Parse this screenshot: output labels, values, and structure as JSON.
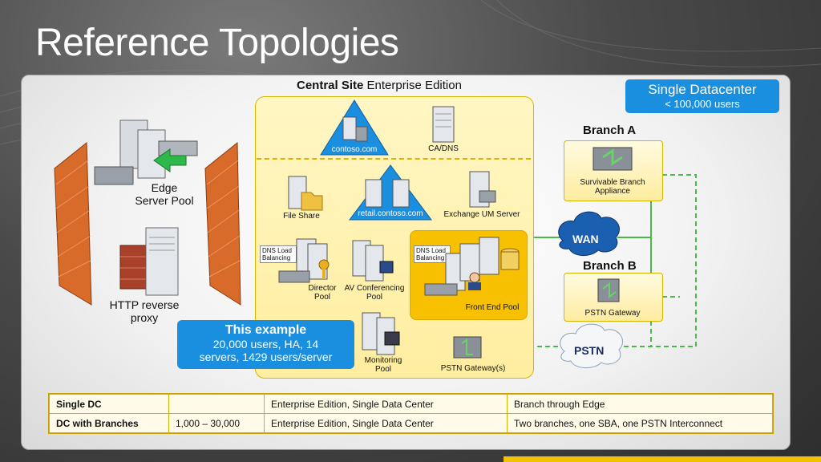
{
  "slide": {
    "title": "Reference Topologies"
  },
  "central": {
    "title_bold": "Central Site",
    "title_rest": " Enterprise Edition"
  },
  "single_dc": {
    "title": "Single Datacenter",
    "subtitle": "< 100,000 users"
  },
  "example": {
    "title": "This example",
    "line1": "20,000 users, HA, 14",
    "line2": "servers, 1429 users/server"
  },
  "edge": {
    "line1": "Edge",
    "line2": "Server Pool"
  },
  "http_proxy": {
    "line1": "HTTP reverse",
    "line2": "proxy"
  },
  "nodes": {
    "contoso": "contoso.com",
    "ca_dns": "CA/DNS",
    "file_share": "File Share",
    "retail": "retail.contoso.com",
    "exchange_um": "Exchange UM Server",
    "dns_lb_1_a": "DNS Load",
    "dns_lb_1_b": "Balancing",
    "director_a": "Director",
    "director_b": "Pool",
    "av_a": "AV Conferencing",
    "av_b": "Pool",
    "dns_lb_2_a": "DNS Load",
    "dns_lb_2_b": "Balancing",
    "front_end": "Front End Pool",
    "monitoring_a": "Monitoring",
    "monitoring_b": "Pool",
    "pstn_gateways": "PSTN Gateway(s)"
  },
  "branch_a": {
    "title": "Branch A",
    "device_line1": "Survivable Branch",
    "device_line2": "Appliance"
  },
  "branch_b": {
    "title": "Branch B",
    "device": "PSTN  Gateway"
  },
  "clouds": {
    "wan": "WAN",
    "pstn": "PSTN"
  },
  "table": {
    "rows": [
      [
        "Single DC",
        "",
        "Enterprise Edition, Single Data Center",
        "Branch through Edge"
      ],
      [
        "DC with Branches",
        "1,000 – 30,000",
        "Enterprise Edition, Single Data Center",
        "Two branches, one SBA, one PSTN Interconnect"
      ]
    ]
  },
  "colors": {
    "accent_blue": "#1a8fe0",
    "yellow_panel": "#ffeea0",
    "front_end_gold": "#f7c000",
    "link_green": "#4cb84c",
    "firewall_orange": "#d86a2a"
  },
  "icons": [
    "server-icon",
    "firewall-icon",
    "switch-icon",
    "cloud-icon",
    "gateway-icon",
    "folder-icon",
    "key-icon",
    "user-icon",
    "database-icon"
  ]
}
